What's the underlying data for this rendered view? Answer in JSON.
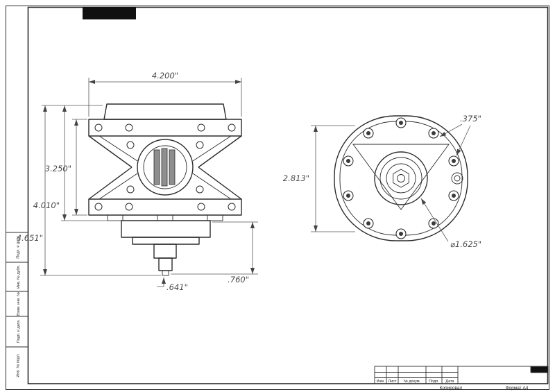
{
  "colors": {
    "paper": "#ffffff",
    "ink": "#2b2b2b",
    "dim_text": "#4a4a4a"
  },
  "side_view": {
    "dims": {
      "overall_width": "4.200\"",
      "flange_height": "3.250\"",
      "body_height": "4.010\"",
      "overall_height": "4.651\"",
      "shaft_diameter": ".641\"",
      "shaft_length": ".760\""
    }
  },
  "front_view": {
    "dims": {
      "across_height": "2.813\"",
      "bolt_hole": ".375\"",
      "hub_diameter": "⌀1.625\""
    }
  },
  "left_stamps": [
    "Подп. и дата",
    "Инв. № дубл.",
    "Взам. инв. №",
    "Подп. и дата",
    "Инв. № подл."
  ],
  "title_block": {
    "col_izm": "Изм.",
    "col_list": "Лист",
    "col_doc": "№ докум.",
    "col_sign": "Подп.",
    "col_date": "Дата",
    "footer_copy": "Копировал",
    "footer_format": "Формат А4"
  }
}
